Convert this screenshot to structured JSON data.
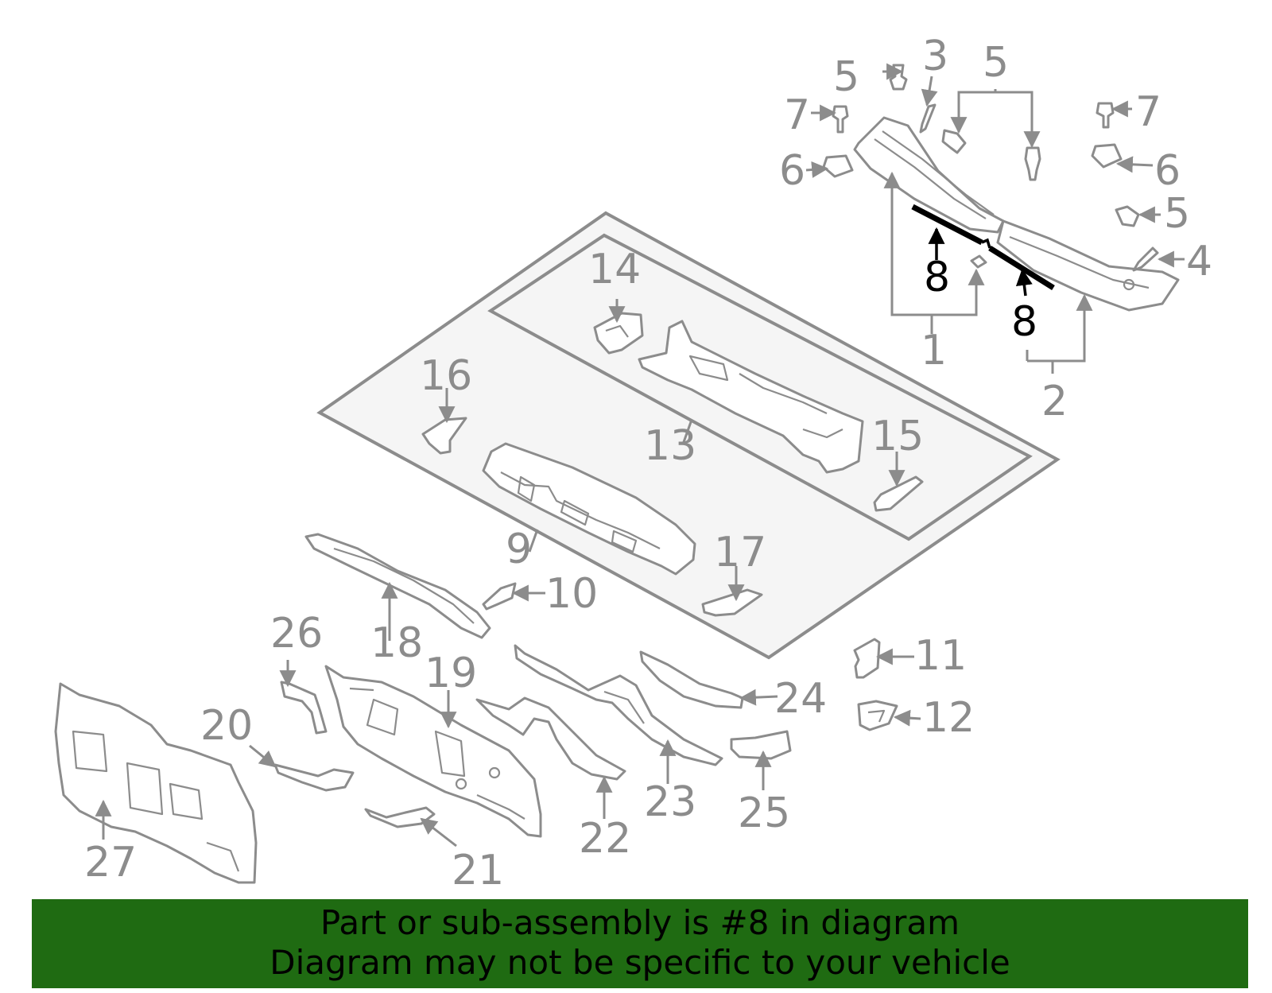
{
  "diagram": {
    "highlight_color": "#000000",
    "line_color": "#8c8c8c",
    "panel_color": "#f5f5f5",
    "callouts": {
      "c1": "1",
      "c2": "2",
      "c3": "3",
      "c4": "4",
      "c5a": "5",
      "c5b": "5",
      "c5c": "5",
      "c6a": "6",
      "c6b": "6",
      "c7a": "7",
      "c7b": "7",
      "c8a": "8",
      "c8b": "8",
      "c9": "9",
      "c10": "10",
      "c11": "11",
      "c12": "12",
      "c13": "13",
      "c14": "14",
      "c15": "15",
      "c16": "16",
      "c17": "17",
      "c18": "18",
      "c19": "19",
      "c20": "20",
      "c21": "21",
      "c22": "22",
      "c23": "23",
      "c24": "24",
      "c25": "25",
      "c26": "26",
      "c27": "27"
    }
  },
  "banner": {
    "color": "#1f6b12",
    "line1": "Part or sub-assembly is #8 in diagram",
    "line2": "Diagram may not be specific to your vehicle"
  }
}
